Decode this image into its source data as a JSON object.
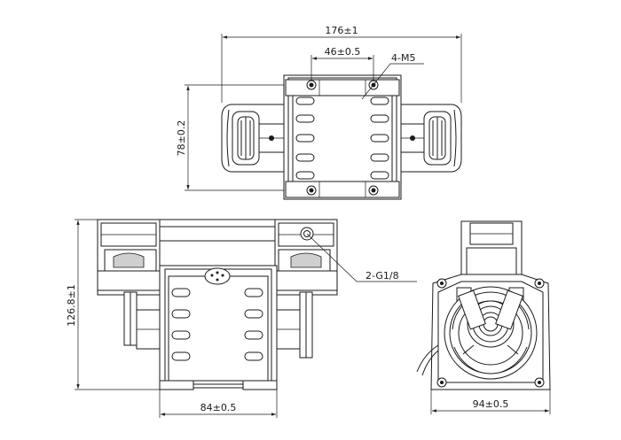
{
  "dimensions": {
    "top_overall_width": "176±1",
    "top_hole_spacing": "46±0.5",
    "top_thread_callout": "4-M5",
    "top_height": "78±0.2",
    "front_height": "126.8±1",
    "front_port_callout": "2-G1/8",
    "front_base_width": "84±0.5",
    "side_width": "94±0.5"
  },
  "colors": {
    "line": "#1a1a1a",
    "background": "#ffffff"
  }
}
